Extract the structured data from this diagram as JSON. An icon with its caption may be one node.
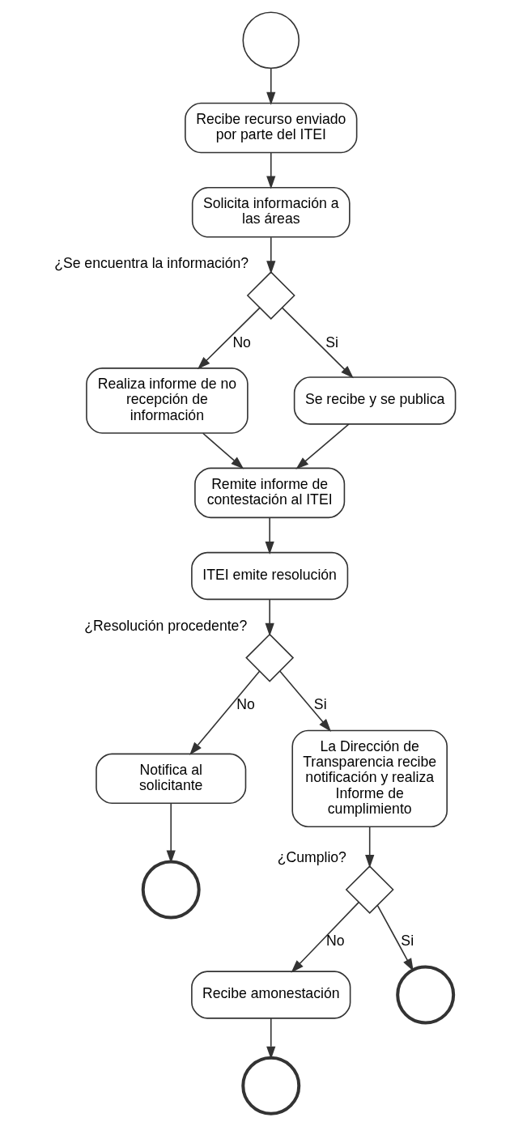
{
  "diagram": {
    "nodes": [
      {
        "text": [],
        "shape": "circle"
      },
      {
        "text": [
          "Recibe recurso enviado por parte del ITEI"
        ]
      },
      {
        "text": [
          "Solicita información a las áreas"
        ]
      },
      {
        "text": [],
        "shape": "diamond",
        "beside": [
          "¿Se encuentra la información?"
        ]
      },
      {
        "text": [
          "Realiza informe de no recepción de información"
        ]
      },
      {
        "text": [
          "Se recibe y se publica"
        ]
      },
      {
        "text": [
          "Remite informe de contestación al ITEI"
        ]
      },
      {
        "text": [
          "ITEI emite resolución"
        ]
      },
      {
        "text": [],
        "shape": "diamond",
        "beside": [
          "¿Resolución procedente?"
        ]
      },
      {
        "text": [
          "Notifica al solicitante"
        ]
      },
      {
        "text": [
          "La Dirección de Transparencia recibe notificación y realiza Informe de cumplimiento"
        ]
      },
      {
        "text": [],
        "shape": "circle"
      },
      {
        "text": [],
        "shape": "diamond",
        "beside": [
          "¿Cumplio?"
        ]
      },
      {
        "text": [
          "Recibe amonestación"
        ]
      },
      {
        "text": [],
        "shape": "circle"
      },
      {
        "text": [],
        "shape": "circle"
      }
    ],
    "edges": [
      {
        "from": 0,
        "to": 1,
        "arrow": "to"
      },
      {
        "from": 1,
        "to": 2,
        "arrow": "to"
      },
      {
        "from": 2,
        "to": 3,
        "arrow": "to"
      },
      {
        "from": 3,
        "to": 4,
        "arrow": "to",
        "label": "No"
      },
      {
        "from": 3,
        "to": 5,
        "arrow": "to",
        "label": "Si"
      },
      {
        "from": 4,
        "to": 6,
        "arrow": "to"
      },
      {
        "from": 5,
        "to": 6,
        "arrow": "to"
      },
      {
        "from": 6,
        "to": 7,
        "arrow": "to"
      },
      {
        "from": 7,
        "to": 8,
        "arrow": "to"
      },
      {
        "from": 8,
        "to": 9,
        "arrow": "to",
        "label": "No"
      },
      {
        "from": 8,
        "to": 10,
        "arrow": "to",
        "label": "Si"
      },
      {
        "from": 9,
        "to": 11,
        "arrow": "to"
      },
      {
        "from": 10,
        "to": 12,
        "arrow": "to"
      },
      {
        "from": 12,
        "to": 13,
        "arrow": "to",
        "label": "No"
      },
      {
        "from": 12,
        "to": 14,
        "arrow": "to",
        "label": "Si"
      },
      {
        "from": 13,
        "to": 15,
        "arrow": "to"
      }
    ]
  }
}
